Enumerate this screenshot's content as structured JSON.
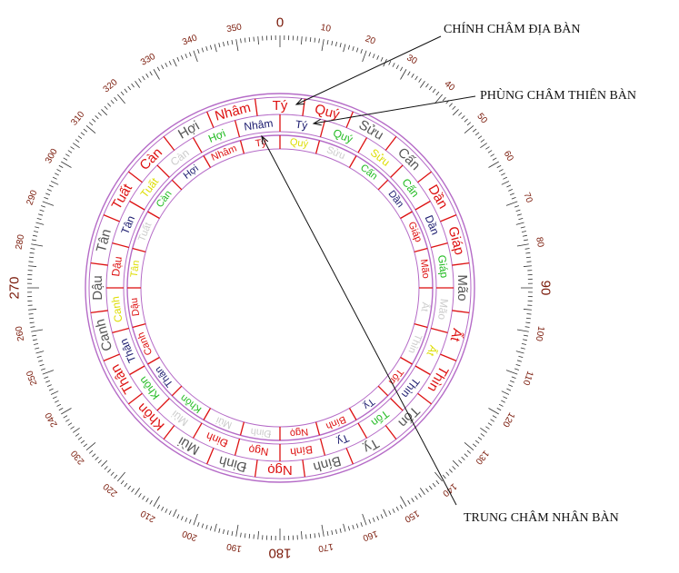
{
  "annotations": {
    "dia_ban": "CHÍNH CHÂM ĐỊA BÀN",
    "thien_ban": "PHÙNG CHÂM THIÊN BÀN",
    "nhan_ban": "TRUNG CHÂM NHÂN BÀN"
  },
  "degree_scale": {
    "minor_tick_step": 1,
    "label_step": 10,
    "major_labels": [
      "0",
      "90",
      "180",
      "270"
    ],
    "labels": [
      "0",
      "10",
      "20",
      "30",
      "40",
      "50",
      "60",
      "70",
      "80",
      "90",
      "100",
      "110",
      "120",
      "130",
      "140",
      "150",
      "160",
      "170",
      "180",
      "190",
      "200",
      "210",
      "220",
      "230",
      "240",
      "250",
      "260",
      "270",
      "280",
      "290",
      "300",
      "310",
      "320",
      "330",
      "340",
      "350"
    ]
  },
  "rings": {
    "dia_ban": {
      "labels": [
        "Tý",
        "Quý",
        "Sửu",
        "Cấn",
        "Dần",
        "Giáp",
        "Mão",
        "Ất",
        "Thìn",
        "Tốn",
        "Tỵ",
        "Bính",
        "Ngọ",
        "Đinh",
        "Mùi",
        "Khôn",
        "Thân",
        "Canh",
        "Dậu",
        "Tân",
        "Tuất",
        "Càn",
        "Hợi",
        "Nhâm"
      ],
      "colors": [
        "#dd1111",
        "#dd1111",
        "#555555",
        "#555555",
        "#dd1111",
        "#dd1111",
        "#555555",
        "#dd1111",
        "#dd1111",
        "#555555",
        "#555555",
        "#555555",
        "#dd1111",
        "#555555",
        "#555555",
        "#dd1111",
        "#dd1111",
        "#555555",
        "#555555",
        "#555555",
        "#dd1111",
        "#dd1111",
        "#555555",
        "#dd1111"
      ],
      "offset_degrees": 0
    },
    "thien_ban": {
      "labels": [
        "Tý",
        "Quý",
        "Sửu",
        "Cấn",
        "Dần",
        "Giáp",
        "Mão",
        "Ất",
        "Thìn",
        "Tốn",
        "Tỵ",
        "Bính",
        "Ngọ",
        "Đinh",
        "Mùi",
        "Khôn",
        "Thân",
        "Canh",
        "Dậu",
        "Tân",
        "Tuất",
        "Càn",
        "Hợi",
        "Nhâm"
      ],
      "colors": [
        "#1a1a6e",
        "#22bb22",
        "#dddd00",
        "#22bb22",
        "#1a1a6e",
        "#22bb22",
        "#cccccc",
        "#dddd00",
        "#1a1a6e",
        "#22bb22",
        "#1a1a6e",
        "#dd1111",
        "#dd1111",
        "#dd1111",
        "#cccccc",
        "#22bb22",
        "#1a1a6e",
        "#dddd00",
        "#dd1111",
        "#1a1a6e",
        "#dddd00",
        "#cccccc",
        "#22bb22",
        "#1a1a6e"
      ],
      "offset_degrees": 7.5
    },
    "nhan_ban": {
      "labels": [
        "Tý",
        "Quý",
        "Sửu",
        "Cấn",
        "Dần",
        "Giáp",
        "Mão",
        "Ất",
        "Thìn",
        "Tốn",
        "Tỵ",
        "Bính",
        "Ngọ",
        "Đinh",
        "Mùi",
        "Khôn",
        "Thân",
        "Canh",
        "Dậu",
        "Tân",
        "Tuất",
        "Càn",
        "Hợi",
        "Nhâm"
      ],
      "colors": [
        "#dd1111",
        "#dddd00",
        "#cccccc",
        "#22bb22",
        "#1a1a6e",
        "#dd1111",
        "#dd1111",
        "#cccccc",
        "#cccccc",
        "#dd1111",
        "#1a1a6e",
        "#dd1111",
        "#dd1111",
        "#cccccc",
        "#cccccc",
        "#22bb22",
        "#1a1a6e",
        "#dd1111",
        "#dd1111",
        "#dddd00",
        "#cccccc",
        "#22bb22",
        "#1a1a6e",
        "#dd1111"
      ],
      "offset_degrees": -7.5
    }
  },
  "colors": {
    "ring_line": "#b56bc7",
    "separator": "#dd1111",
    "scale_tick": "#333333",
    "scale_label": "#7a1a0a",
    "arrow": "#111111"
  }
}
